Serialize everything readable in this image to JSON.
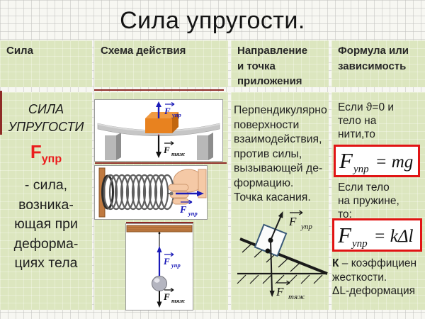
{
  "title": "Сила упругости.",
  "colors": {
    "cell_green": "#dce6bf",
    "formula_border_red": "#e11414",
    "symbol_red": "#ea1c1c",
    "vector_blue": "#1a1ab8",
    "frame_maroon": "#8e2b26"
  },
  "headers": [
    "Сила",
    "Схема действия",
    "Направление\nи точка\nприложения",
    "Формула или\nзависимость"
  ],
  "force": {
    "name": "СИЛА\nУПРУГОСТИ",
    "symbol": "F",
    "symbol_sub": "упр",
    "description": "- сила,\nвозника-\nющая при\nдеформа-\nциях тела"
  },
  "labels": {
    "f": "F",
    "upr": "упр",
    "tyazh": "тяж"
  },
  "direction_text": "Перпендикулярно\nповерхности\nвзаимодействия,\n против силы,\nвызывающей де-\nформацию.\nТочка касания.",
  "formula_col": {
    "case1": "Если ϑ=0 и\nтело на\nнити,то",
    "formula1": {
      "lhs": "F",
      "sub": "упр",
      "rhs": "= mg"
    },
    "case2": "Если тело\nна пружине,\nто:",
    "formula2": {
      "lhs": "F",
      "sub": "упр",
      "rhs": "= kΔl"
    },
    "note_k": "К",
    "note_k_rest": " – коэффициен",
    "note_line2": "жесткости.",
    "note_line3": "ΔL-деформация"
  }
}
